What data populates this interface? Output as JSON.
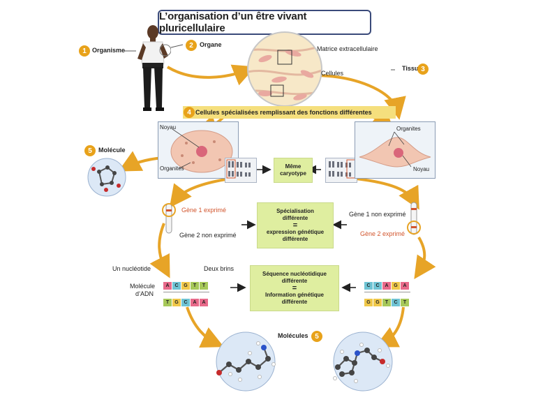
{
  "title": "L’organisation d’un être vivant pluricellulaire",
  "steps": {
    "n1": "1",
    "organisme": "Organisme",
    "n2": "2",
    "organe": "Organe",
    "n3": "3",
    "tissu": "Tissu",
    "n4": "4",
    "cellules_specialisees": "Cellules spécialisées remplissant des fonctions différentes",
    "n5a": "5",
    "molecule": "Molécule",
    "n5b": "5",
    "molecules": "Molécules"
  },
  "tissue_labels": {
    "matrice": "Matrice extracellulaire",
    "cellules": "Cellules"
  },
  "cell_left": {
    "noyau": "Noyau",
    "organites": "Organites"
  },
  "cell_right": {
    "organites": "Organites",
    "noyau": "Noyau"
  },
  "boxes": {
    "caryotype": [
      "Même",
      "caryotype"
    ],
    "specialisation": [
      "Spécialisation",
      "différente",
      "=",
      "expression génétique",
      "différente"
    ],
    "sequence": [
      "Séquence nucléotidique",
      "différente",
      "=",
      "Information génétique",
      "différente"
    ]
  },
  "genes_left": {
    "exprime": "Gène 1 exprimé",
    "non_exprime": "Gène 2 non exprimé"
  },
  "genes_right": {
    "non_exprime": "Gène 1 non exprimé",
    "exprime": "Gène 2 exprimé"
  },
  "dna_labels": {
    "nucleotide": "Un nucléotide",
    "deux_brins": "Deux brins",
    "molecule_adn_1": "Molécule",
    "molecule_adn_2": "d’ADN"
  },
  "dna_left": {
    "top": [
      "A",
      "C",
      "G",
      "T",
      "T"
    ],
    "bottom": [
      "T",
      "G",
      "C",
      "A",
      "A"
    ]
  },
  "dna_right": {
    "top": [
      "C",
      "C",
      "A",
      "G",
      "A"
    ],
    "bottom": [
      "G",
      "G",
      "T",
      "C",
      "T"
    ]
  },
  "colors": {
    "arrow": "#e7a427",
    "number": "#e8a21a",
    "box": "#dfeea0",
    "band": "#f5df7d",
    "A": "#e86a8a",
    "C": "#6fc4d4",
    "G": "#f0c84a",
    "T": "#a7c95a"
  }
}
